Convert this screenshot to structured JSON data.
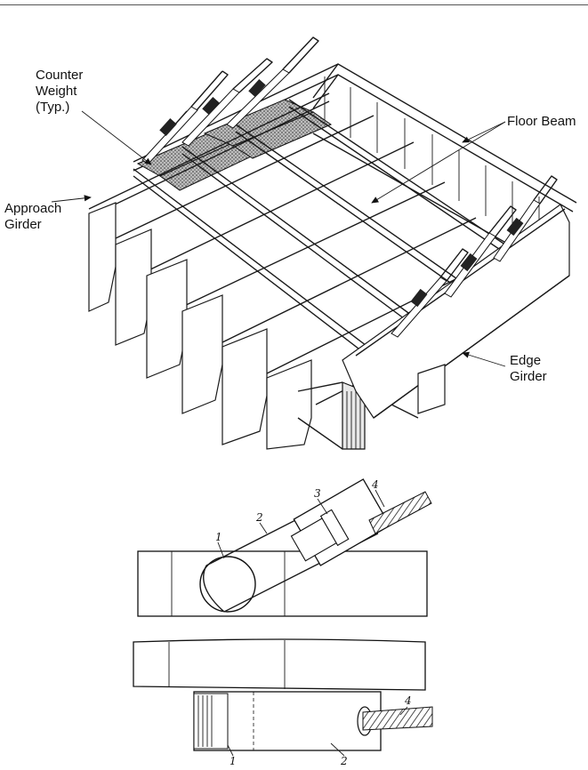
{
  "labels": {
    "counter_weight": [
      "Counter",
      "Weight",
      "(Typ.)"
    ],
    "floor_beam": "Floor Beam",
    "approach_girder": [
      "Approach",
      "Girder"
    ],
    "edge_girder": [
      "Edge",
      "Girder"
    ]
  },
  "parts": {
    "p1_top": "1",
    "p2_top": "2",
    "p3_top": "3",
    "p4_top": "4",
    "p1_bottom": "1",
    "p2_bottom": "2",
    "p4_bottom": "4"
  }
}
